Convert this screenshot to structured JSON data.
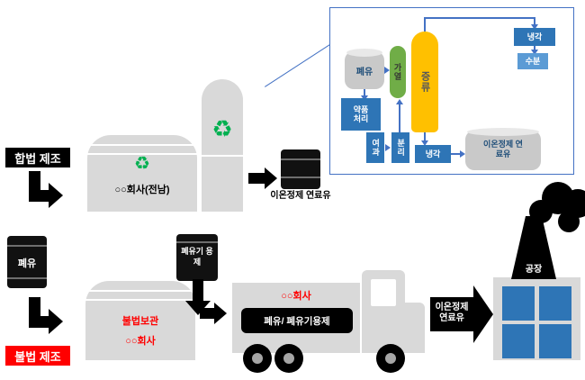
{
  "icons": {
    "recycle": "♻"
  },
  "legal": {
    "label": "합법 제조",
    "tank_name": "○○회사(전남)",
    "drum_label": "이온정제 연료유"
  },
  "illegal": {
    "label": "불법 제조",
    "waste_drum": "폐유",
    "solvent_drum": "폐유기 용제",
    "storage_line1": "불법보관",
    "storage_line2": "○○회사",
    "truck_company": "○○회사",
    "truck_cargo": "폐유/ 폐유기용제",
    "transfer_arrow": "이온정제 연료유",
    "factory": "공장"
  },
  "process": {
    "waste_oil": "폐유",
    "heating": "가열",
    "distillation": "증류",
    "cooling_top": "냉각",
    "moisture": "수분",
    "chemical_treatment": "약품처리",
    "filtration": "여과",
    "separation": "분리",
    "cooling_bottom": "냉각",
    "refined_fuel": "이온정제 연료유"
  },
  "colors": {
    "connector_blue": "#4472c4",
    "box_blue": "#2e75b6",
    "light_blue": "#5b9bd5",
    "recycle_green": "#00b050",
    "heating_green": "#70ad47",
    "distill_yellow": "#ffc000",
    "alert_red": "#ff0000",
    "shape_gray": "#d9d9d9"
  }
}
